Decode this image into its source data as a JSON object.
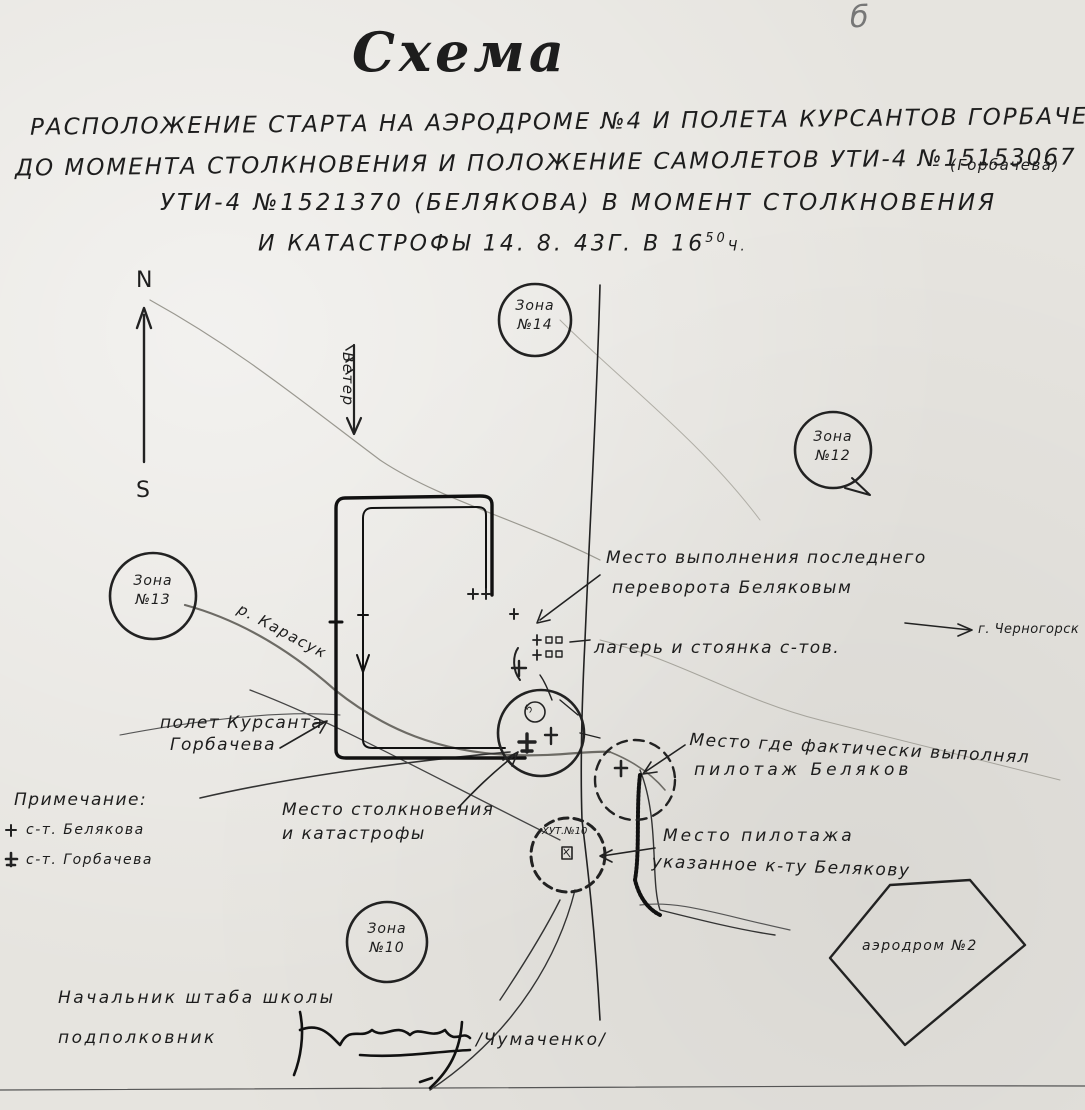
{
  "title": "Схема",
  "subtitle": {
    "line1": "Расположение старта на аэродроме №4 и полета курсантов Горбачева и Белякова",
    "line2": "до момента столкновения и положение самолетов УТИ-4 №15153067",
    "line2_note": "(Горбачева)",
    "line3": "УТИ-4 №1521370 (Белякова) в момент столкновения",
    "line4_a": "и катастрофы  14. 8. 43г.  в 16",
    "line4_sup": "50",
    "line4_b": "ч."
  },
  "compass": {
    "north": "N",
    "south": "S"
  },
  "wind": "Ветер",
  "zones": [
    {
      "id": "zone14",
      "label": "Зона",
      "num": "№14"
    },
    {
      "id": "zone12",
      "label": "Зона",
      "num": "№12"
    },
    {
      "id": "zone13",
      "label": "Зона",
      "num": "№13"
    },
    {
      "id": "zone10",
      "label": "Зона",
      "num": "№10"
    }
  ],
  "labels": {
    "river": "р. Карасук",
    "last_turn_1": "Место выполнения последнего",
    "last_turn_2": "переворота Беляковым",
    "camp": "лагерь и стоянка с-тов.",
    "chernogorsk": "г. Черногорск",
    "flight_1": "полет Курсанта",
    "flight_2": "Горбачева",
    "actual_1": "Место где фактически выполнял",
    "actual_2": "пилотаж Беляков",
    "collision_1": "Место столкновения",
    "collision_2": "и катастрофы",
    "farm": "ХУТ.№10",
    "ordered_1": "Место пилотажа",
    "ordered_2": "указанное к-ту Белякову",
    "airfield": "аэродром №2",
    "collision_ring": "5",
    "legend_title": "Примечание:",
    "legend_1": "с-т. Белякова",
    "legend_2": "с-т. Горбачева"
  },
  "signature": {
    "line1": "Начальник штаба школы",
    "line2": "подполковник",
    "name": "/Чумаченко/"
  },
  "corner_mark": "б"
}
